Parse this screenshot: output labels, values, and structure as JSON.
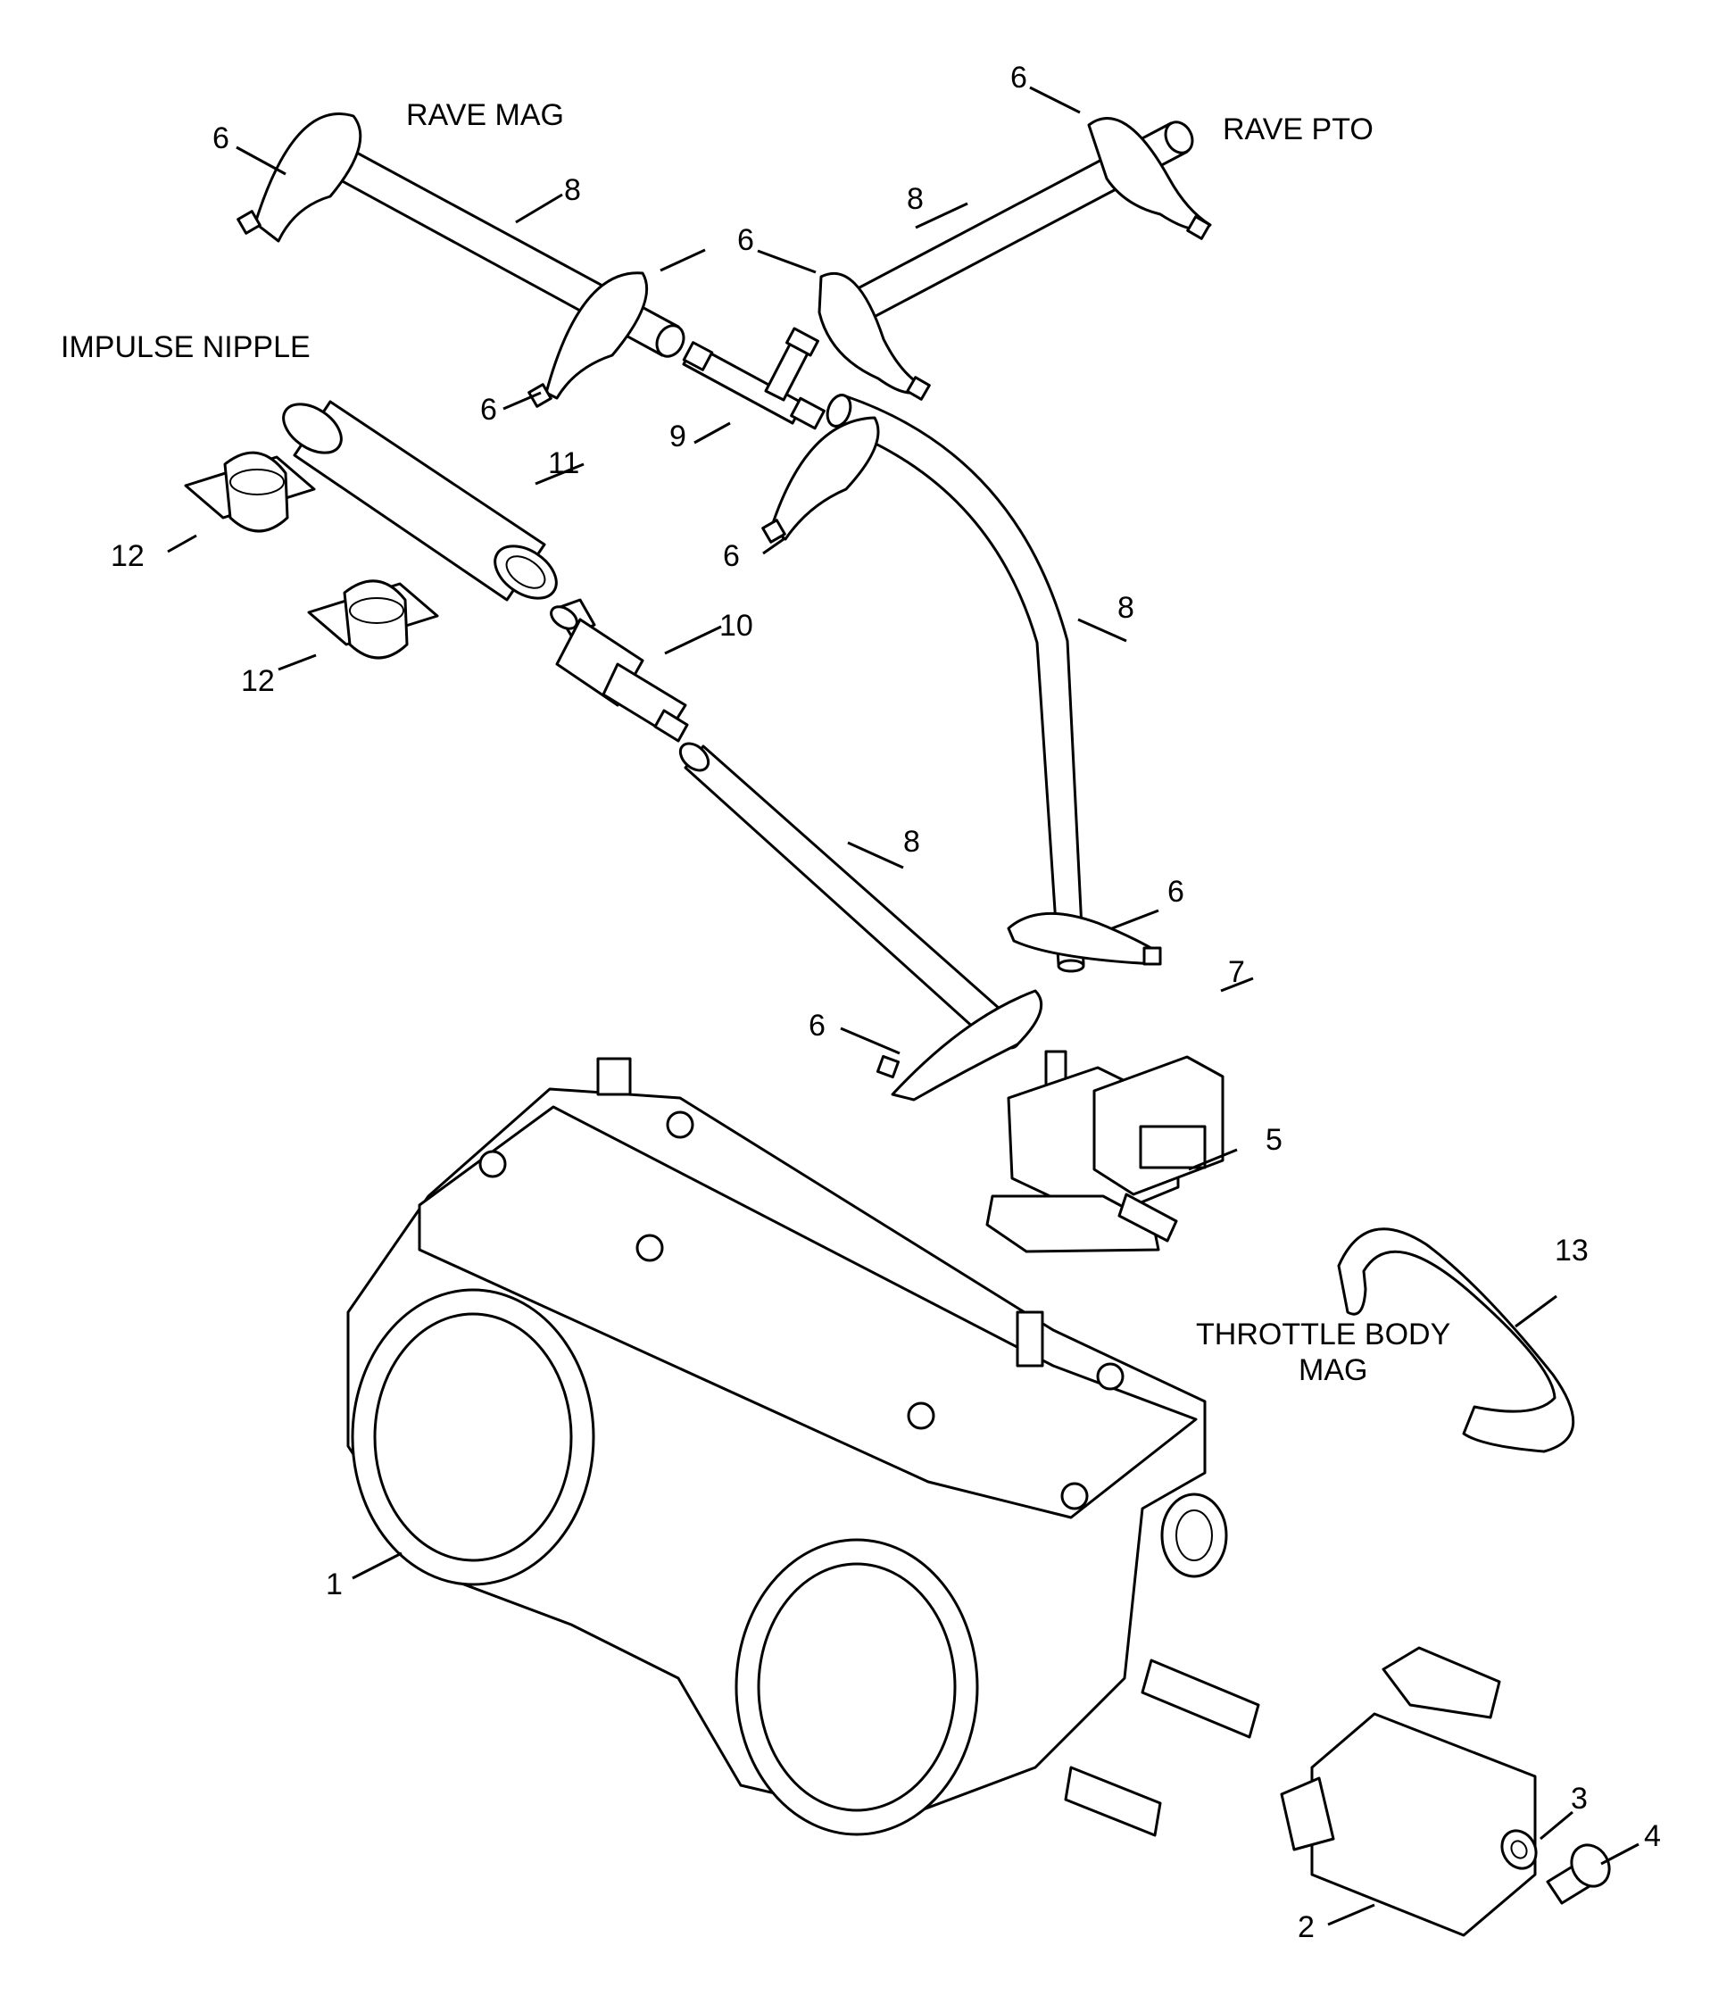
{
  "labels": {
    "rave_mag": "RAVE MAG",
    "rave_pto": "RAVE PTO",
    "impulse_nipple": "IMPULSE NIPPLE",
    "throttle_body_line1": "THROTTLE BODY",
    "throttle_body_line2": "MAG"
  },
  "callouts": {
    "c1": "1",
    "c2": "2",
    "c3": "3",
    "c4": "4",
    "c5": "5",
    "c6": "6",
    "c7": "7",
    "c8": "8",
    "c9": "9",
    "c10": "10",
    "c11": "11",
    "c12": "12",
    "c13": "13"
  }
}
